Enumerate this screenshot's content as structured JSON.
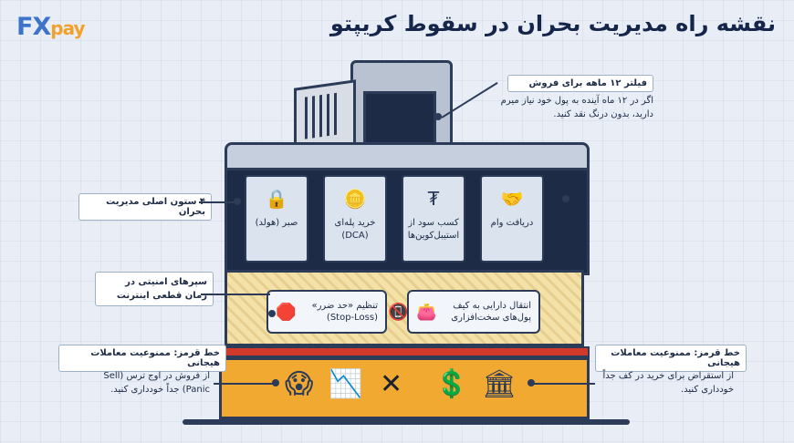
{
  "brand": {
    "logo_fx": "FX",
    "logo_pay": "pay"
  },
  "title": "نقشه راه مدیریت بحران در سقوط کریپتو",
  "filter": {
    "label": "فیلتر ۱۲ ماهه برای فروش",
    "note": "اگر در ۱۲ ماه آینده به پول خود نیاز میرم دارید، بدون درنگ نقد کنید."
  },
  "pillars": {
    "label": "۴ ستون اصلی مدیریت بحران",
    "items": [
      {
        "label": "صبر (هولد)",
        "icon": "lock-icon",
        "glyph": "🔒"
      },
      {
        "label": "خرید پله‌ای (DCA)",
        "icon": "coin-stack-icon",
        "glyph": "🪙"
      },
      {
        "label": "کسب سود از استیبل‌کوین‌ها",
        "icon": "stablecoin-percent-icon",
        "glyph": "₮"
      },
      {
        "label": "دریافت وام",
        "icon": "handshake-document-icon",
        "glyph": "🤝"
      }
    ]
  },
  "shields": {
    "label": "سپرهای امنیتی در زمان قطعی اینترنت",
    "stop_loss": {
      "label": "تنظیم «حد ضرر» (Stop-Loss)",
      "icon": "stop-sign-icon",
      "glyph": "🛑"
    },
    "hardware_wallet": {
      "label": "انتقال دارایی به کیف پول‌های سخت‌افزاری",
      "icon": "hardware-wallet-icon",
      "glyph": "👛"
    },
    "no_wifi_icon": "no-wifi-icon",
    "no_wifi_glyph": "📵"
  },
  "red_line_left": {
    "label": "خط قرمز: ممنوعیت معاملات هیجانی",
    "note": "از فروش در اوج ترس (Sell Panic) جداً خودداری کنید."
  },
  "red_line_right": {
    "label": "خط قرمز: ممنوعیت معاملات هیجانی",
    "note": "از استقراض برای خرید در کف جداً خودداری کنید."
  },
  "base_icons": [
    {
      "icon": "scared-face-icon",
      "glyph": "😱"
    },
    {
      "icon": "falling-chart-icon",
      "glyph": "📉"
    },
    {
      "icon": "x-mark-icon",
      "glyph": "✕"
    },
    {
      "icon": "borrower-coin-icon",
      "glyph": "💲"
    },
    {
      "icon": "bank-icon",
      "glyph": "🏛"
    }
  ],
  "colors": {
    "navy": "#1d2b47",
    "red_line": "#d13a2a",
    "base": "#f1a931",
    "wall": "#f4e1a8"
  }
}
